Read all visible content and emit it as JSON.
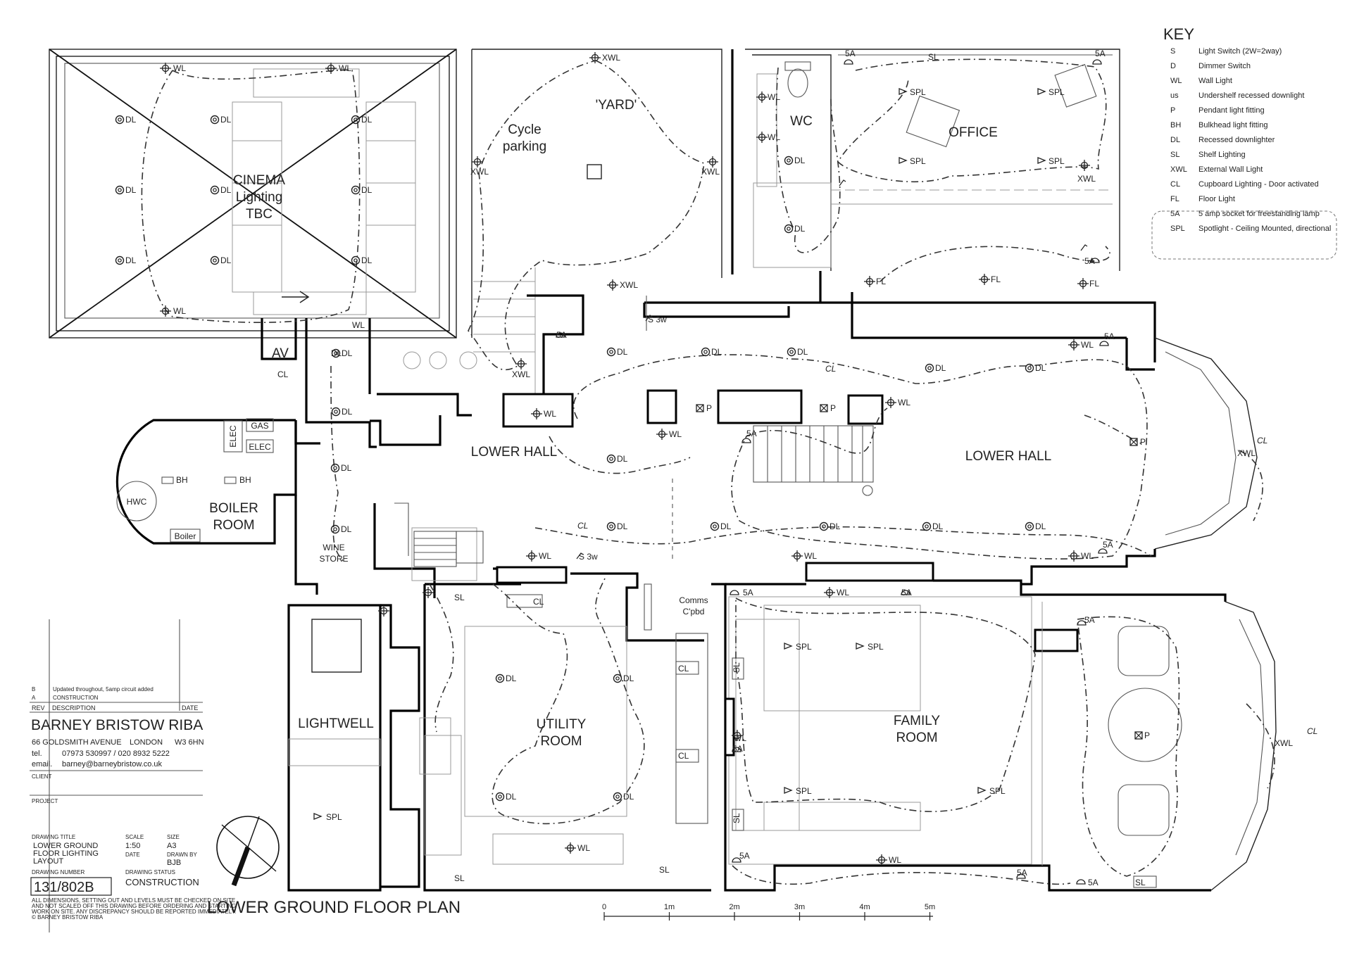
{
  "title": "LOWER GROUND FLOOR PLAN",
  "rooms": {
    "cinema": [
      "CINEMA",
      "Lighting",
      "TBC"
    ],
    "av": "AV",
    "yard": "'YARD'",
    "cycle": [
      "Cycle",
      "parking"
    ],
    "wc": "WC",
    "office": "OFFICE",
    "boiler": [
      "BOILER",
      "ROOM"
    ],
    "hwc": "HWC",
    "boiler_unit": "Boiler",
    "gas": "GAS",
    "elec_v": "ELEC",
    "elec": "ELEC",
    "lower_hall_a": "LOWER HALL",
    "lower_hall_b": "LOWER HALL",
    "wine": [
      "WINE",
      "STORE"
    ],
    "lightwell": "LIGHTWELL",
    "utility": [
      "UTILITY",
      "ROOM"
    ],
    "comms": [
      "Comms",
      "C'pbd"
    ],
    "family": [
      "FAMILY",
      "ROOM"
    ]
  },
  "fixtures": {
    "wl": "WL",
    "dl": "DL",
    "xwl": "XWL",
    "spl": "SPL",
    "p": "P",
    "cl": "CL",
    "sl": "SL",
    "fl": "FL",
    "bh": "BH",
    "five_a": "5A",
    "s3w": "S  3w",
    "cl_axis": "CL"
  },
  "key": {
    "heading": "KEY",
    "items": [
      {
        "sym": "S",
        "label": "Light Switch (2W=2way)"
      },
      {
        "sym": "D",
        "label": "Dimmer Switch"
      },
      {
        "sym": "WL",
        "label": "Wall Light"
      },
      {
        "sym": "us",
        "label": "Undershelf recessed downlight"
      },
      {
        "sym": "P",
        "label": "Pendant light fitting"
      },
      {
        "sym": "BH",
        "label": "Bulkhead light fitting"
      },
      {
        "sym": "DL",
        "label": "Recessed downlighter"
      },
      {
        "sym": "SL",
        "label": "Shelf Lighting"
      },
      {
        "sym": "XWL",
        "label": "External Wall Light"
      },
      {
        "sym": "CL",
        "label": "Cupboard Lighting - Door activated"
      },
      {
        "sym": "FL",
        "label": "Floor Light"
      },
      {
        "sym": "5A",
        "label": "5 amp socket for freestanding lamp"
      },
      {
        "sym": "SPL",
        "label": "Spotlight - Ceiling Mounted, directional"
      }
    ]
  },
  "title_block": {
    "rev_b": "B",
    "rev_b_desc": "Updated throughout, 5amp circuit added",
    "rev_a": "A",
    "rev_a_desc": "CONSTRUCTION",
    "col_rev": "REV",
    "col_desc": "DESCRIPTION",
    "col_date": "DATE",
    "firm": "BARNEY BRISTOW RIBA",
    "address": "66 GOLDSMITH AVENUE",
    "city": "LONDON",
    "postcode": "W3 6HN",
    "tel_label": "tel.",
    "tel": "07973 530997 / 020 8932 5222",
    "email_label": "email.",
    "email": "barney@barneybristow.co.uk",
    "client_label": "CLIENT",
    "project_label": "PROJECT",
    "drawing_title_label": "DRAWING TITLE",
    "drawing_title": [
      "LOWER GROUND",
      "FLOOR LIGHTING",
      "LAYOUT"
    ],
    "scale_label": "SCALE",
    "scale": "1:50",
    "size_label": "SIZE",
    "size": "A3",
    "date_label": "DATE",
    "drawn_label": "DRAWN BY",
    "drawn": "BJB",
    "number_label": "DRAWING NUMBER",
    "status_label": "DRAWING STATUS",
    "number": "131/802B",
    "status": "CONSTRUCTION",
    "notes": [
      "ALL DIMENSIONS, SETTING OUT AND LEVELS MUST BE CHECKED ON SITE",
      "AND NOT SCALED OFF THIS DRAWING BEFORE ORDERING AND STARTING",
      "WORK ON SITE. ANY DISCREPANCY SHOULD BE REPORTED IMMEDIATELY.",
      "© BARNEY BRISTOW RIBA"
    ]
  },
  "scale_bar": [
    "0",
    "1m",
    "2m",
    "3m",
    "4m",
    "5m"
  ]
}
